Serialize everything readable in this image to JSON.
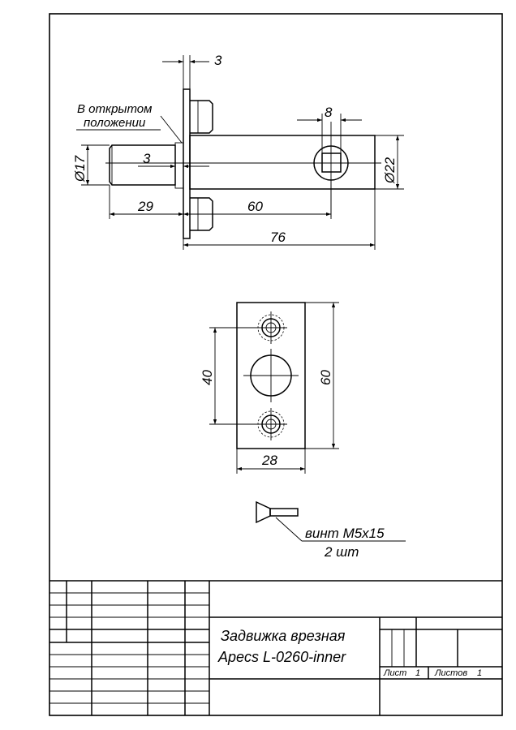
{
  "drawing": {
    "dimensions": {
      "plate_thickness": "3",
      "open_position_note_line1": "В открытом",
      "open_position_note_line2": "положении",
      "bolt_diameter": "Ø17",
      "bolt_gap": "3",
      "bolt_protrusion": "29",
      "axis_distance": "60",
      "total_length": "76",
      "square_size": "8",
      "body_diameter": "Ø22",
      "hole_spacing": "40",
      "plate_height": "60",
      "plate_width": "28"
    },
    "screw": {
      "label_line1": "винт М5х15",
      "label_line2": "2 шт"
    }
  },
  "title_block": {
    "title_line1": "Задвижка врезная",
    "title_line2": "Apecs L-0260-inner",
    "sheet_label": "Лист",
    "sheet_number": "1",
    "sheets_label": "Листов",
    "sheets_count": "1"
  }
}
